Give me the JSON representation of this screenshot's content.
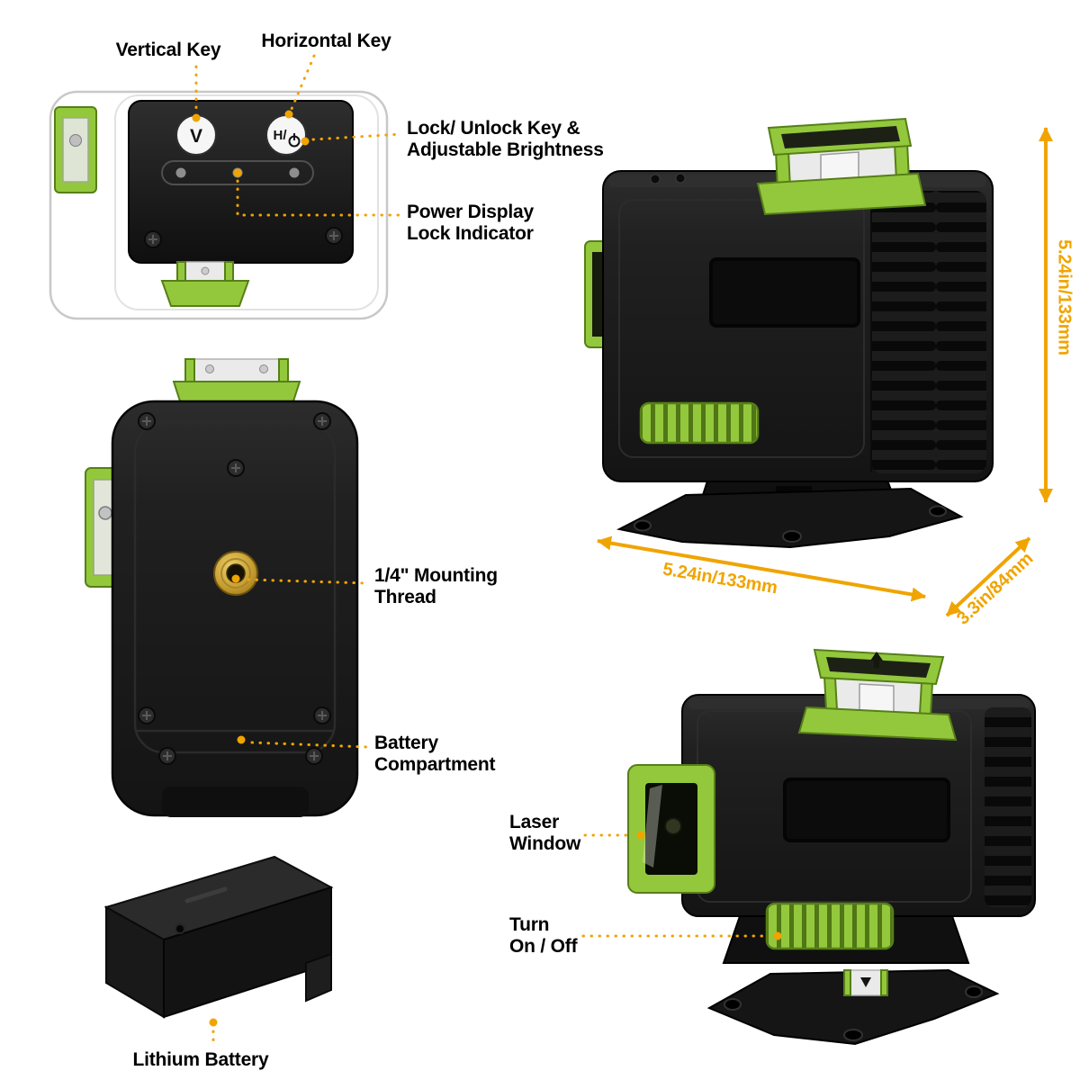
{
  "colors": {
    "green": "#93c83d",
    "green_dark": "#567f17",
    "yellow": "#f0a400",
    "device_black": "#1d1d1d",
    "background": "#ffffff"
  },
  "control_panel": {
    "vertical_button": "V",
    "horizontal_button": "H/"
  },
  "labels": {
    "vertical_key": "Vertical Key",
    "horizontal_key": "Horizontal Key",
    "lock_unlock": "Lock/ Unlock Key &\nAdjustable Brightness",
    "power_display": "Power Display\nLock Indicator",
    "mounting_thread": "1/4\" Mounting\nThread",
    "battery_compartment": "Battery\nCompartment",
    "lithium_battery": "Lithium Battery",
    "laser_window": "Laser\nWindow",
    "turn_on_off": "Turn\nOn / Off"
  },
  "dimensions": {
    "height": "5.24in/133mm",
    "width": "5.24in/133mm",
    "depth": "3.3in/84mm"
  }
}
